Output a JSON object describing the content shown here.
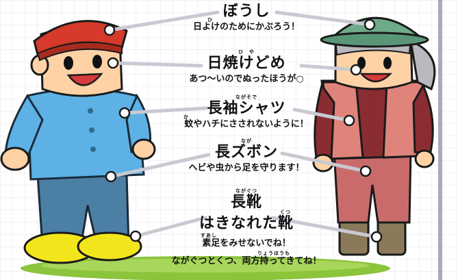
{
  "items": [
    {
      "heading": "ぼうし",
      "ruby": "",
      "lines": [
        "日よけのためにかぶろう！"
      ],
      "sub_ruby": "ひ"
    },
    {
      "heading": "日焼けどめ",
      "ruby": "ひ　や",
      "lines": [
        "あつ～いのでぬったほうが○"
      ]
    },
    {
      "heading": "長袖シャツ",
      "ruby": "ながそで",
      "lines": [
        "蚊やハチにさされないように！"
      ],
      "sub_ruby": "か"
    },
    {
      "heading": "長ズボン",
      "ruby": "なが",
      "lines": [
        "ヘビや虫から足を守ります！"
      ]
    },
    {
      "heading": "長靴",
      "ruby": "ながぐつ",
      "lines": []
    },
    {
      "heading": "はきなれた靴",
      "ruby": "くつ",
      "lines": [
        "素足をみせないでね！",
        "ながぐつとくつ、両方持ってきてね！"
      ],
      "line_ruby": [
        "すあし",
        "りょうほうも"
      ]
    }
  ],
  "colors": {
    "leader": "#c9c9d2",
    "dot": "#ffffff",
    "bar": "#a7aab9",
    "grass": "#8cc43c",
    "boy_cap": "#d53a2a",
    "boy_shirt": "#5db1e5",
    "boy_pants": "#4c7fa4",
    "boy_shoes": "#f2e51c",
    "girl_hat": "#6faa8a",
    "girl_vest": "#e0847b",
    "girl_shirt": "#8a2d33",
    "girl_pants": "#c96b6b",
    "girl_boots": "#8a7a5a",
    "skin": "#ffd2a6",
    "hair": "#b8b8be"
  }
}
